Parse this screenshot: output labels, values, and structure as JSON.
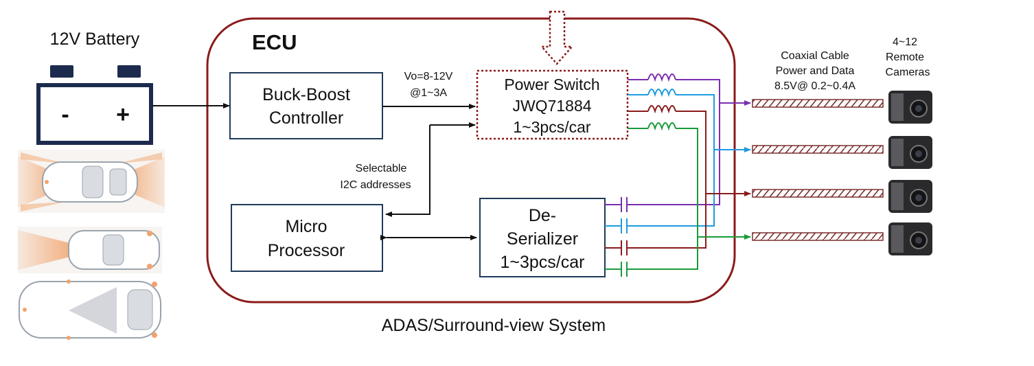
{
  "battery": {
    "title": "12V Battery",
    "minus": "-",
    "plus": "+"
  },
  "ecu": {
    "label": "ECU"
  },
  "buck_boost": {
    "line1": "Buck-Boost",
    "line2": "Controller"
  },
  "vo": {
    "line1": "Vo=8-12V",
    "line2": "@1~3A"
  },
  "power_switch": {
    "line1": "Power Switch",
    "line2": "JWQ71884",
    "line3": "1~3pcs/car"
  },
  "i2c": {
    "line1": "Selectable",
    "line2": "I2C addresses"
  },
  "micro": {
    "line1": "Micro",
    "line2": "Processor"
  },
  "deserializer": {
    "line1": "De-",
    "line2": "Serializer",
    "line3": "1~3pcs/car"
  },
  "cable": {
    "line1": "Coaxial Cable",
    "line2": "Power and Data",
    "line3": "8.5V@ 0.2~0.4A"
  },
  "cameras": {
    "line1": "4~12",
    "line2": "Remote",
    "line3": "Cameras"
  },
  "caption": "ADAS/Surround-view System",
  "colors": {
    "ecu_border": "#8b1a1a",
    "ecu_label": "#8b1a1a",
    "block_border": "#1f3a5a",
    "battery": "#1c2b4d",
    "purple": "#7a2fb0",
    "blue": "#1e9be0",
    "darkred": "#8b1a1a",
    "green": "#1a9a3a",
    "cable": "#7a2e2e",
    "sensor_orange": "#f2a36b"
  }
}
